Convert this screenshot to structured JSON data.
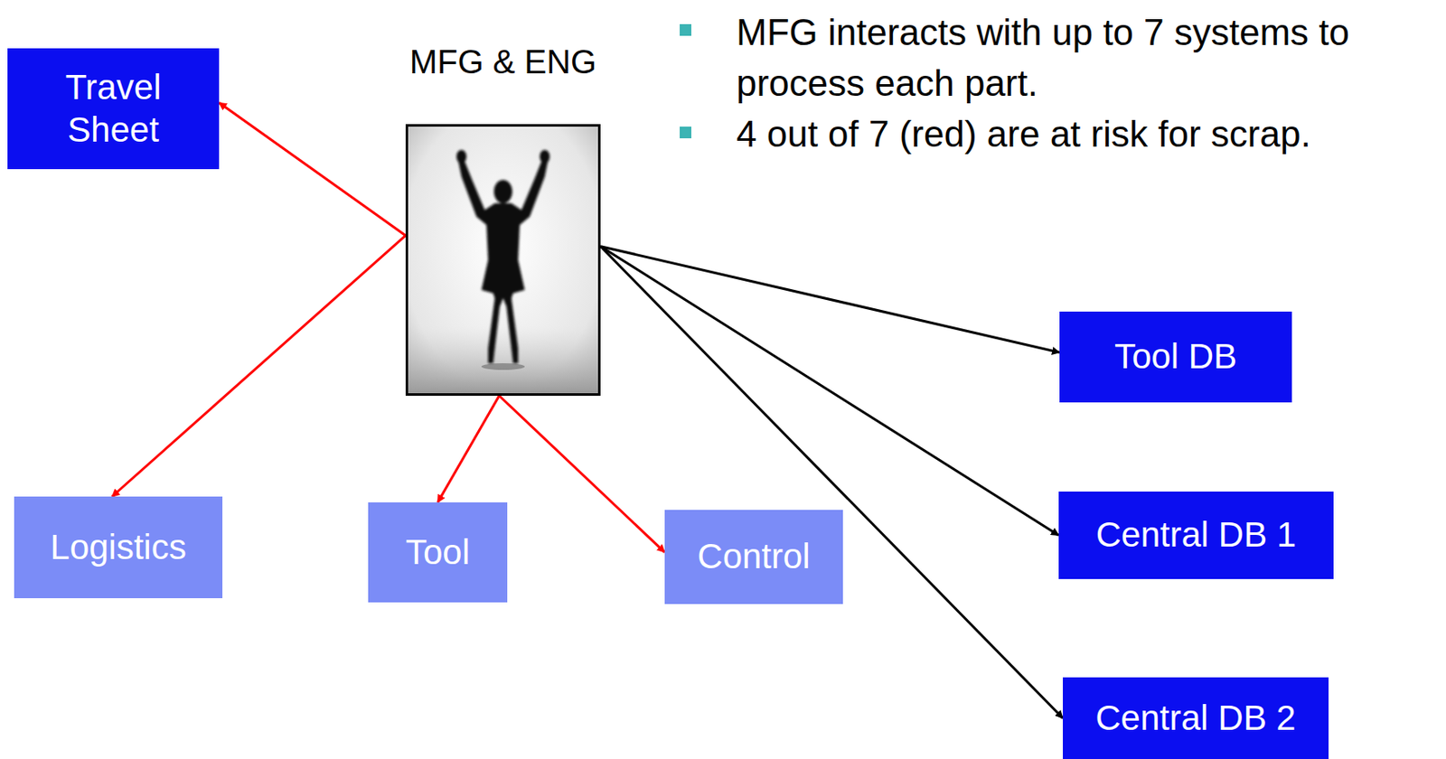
{
  "diagram": {
    "nodes": [
      {
        "text": [
          "Travel Sheet"
        ]
      },
      {
        "text": [
          "MFG & ENG"
        ]
      },
      {
        "text": [
          "Tool DB"
        ]
      },
      {
        "text": [
          "Central DB 1"
        ]
      },
      {
        "text": [
          "Logistics"
        ]
      },
      {
        "text": [
          "Tool"
        ]
      },
      {
        "text": [
          "Control"
        ]
      },
      {
        "text": [
          "Central DB 2"
        ]
      }
    ],
    "edges": [
      {
        "from": 1,
        "to": 0,
        "arrow": "to"
      },
      {
        "from": 1,
        "to": 4,
        "arrow": "to"
      },
      {
        "from": 1,
        "to": 5,
        "arrow": "to"
      },
      {
        "from": 1,
        "to": 6,
        "arrow": "to"
      },
      {
        "from": 1,
        "to": 2,
        "arrow": "to"
      },
      {
        "from": 1,
        "to": 3,
        "arrow": "to"
      },
      {
        "from": 1,
        "to": 7,
        "arrow": "to"
      }
    ],
    "labels": [
      "MFG interacts with up to 7 systems to process each part.",
      "4 out of 7 (red) are at risk for scrap."
    ]
  }
}
